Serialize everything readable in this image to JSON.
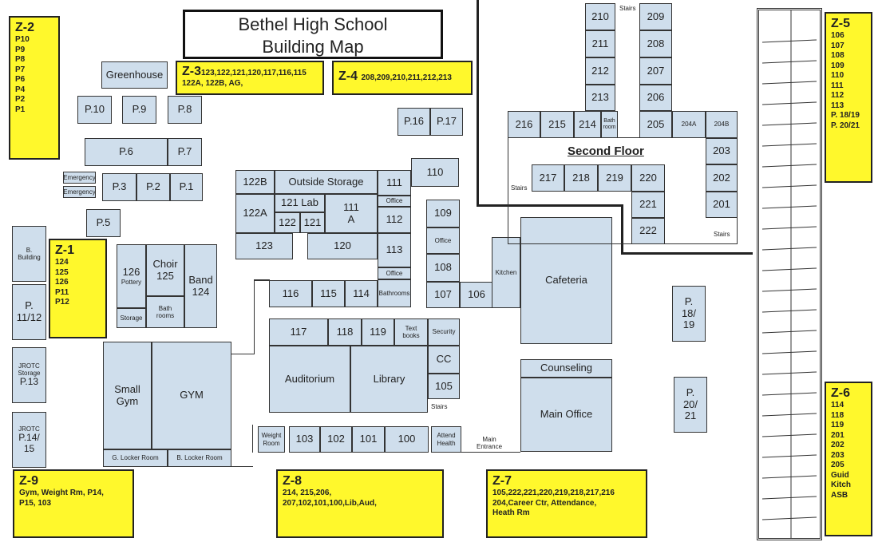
{
  "title": {
    "line1": "Bethel High School",
    "line2": "Building Map"
  },
  "second_floor_label": "Second Floor",
  "zones": {
    "z1": {
      "name": "Z-1",
      "rooms": "124\n125\n126\nP11\nP12"
    },
    "z2": {
      "name": "Z-2",
      "rooms": "P10\nP9\nP8\nP7\nP6\nP4\nP2\nP1"
    },
    "z3": {
      "name": "Z-3",
      "rooms_inline": "123,122,121,120,117,116,115",
      "rooms": "122A, 122B, AG,"
    },
    "z4": {
      "name": "Z-4",
      "rooms_inline": "208,209,210,211,212,213"
    },
    "z5": {
      "name": "Z-5",
      "rooms": "106\n107\n108\n109\n110\n111\n112\n113\nP. 18/19\nP. 20/21"
    },
    "z6": {
      "name": "Z-6",
      "rooms": "114\n118\n119\n201\n202\n203\n205\nGuid\nKitch\nASB"
    },
    "z7": {
      "name": "Z-7",
      "rooms": "105,222,221,220,219,218,217,216\n204,Career Ctr, Attendance,\nHeath Rm"
    },
    "z8": {
      "name": "Z-8",
      "rooms": "214, 215,206,\n207,102,101,100,Lib,Aud,"
    },
    "z9": {
      "name": "Z-9",
      "rooms": "Gym, Weight Rm, P14,\nP15, 103"
    }
  },
  "portables": {
    "greenhouse": "Greenhouse",
    "p10": "P.10",
    "p9": "P.9",
    "p8": "P.8",
    "p6": "P.6",
    "p7": "P.7",
    "emergency1": "Emergency",
    "emergency2": "Emergency",
    "p3": "P.3",
    "p2": "P.2",
    "p1": "P.1",
    "p5": "P.5",
    "p16": "P.16",
    "p17": "P.17",
    "b_building": "B.\nBuilding",
    "p11_12": "P.\n11/12",
    "jrotc_storage": "JROTC\nStorage",
    "p13": "P.13",
    "jrotc": "JROTC",
    "p14_15": "P.14/\n15",
    "p18_19": "P.\n18/\n19",
    "p20_21": "P.\n20/\n21"
  },
  "rooms": {
    "r122b": "122B",
    "outside_storage": "Outside Storage",
    "r111": "111",
    "r110": "110",
    "r122a": "122A",
    "r121lab": "121 Lab",
    "r111a": "111\nA",
    "office1": "Office",
    "r122": "122",
    "r121": "121",
    "r112": "112",
    "r109": "109",
    "office2": "Office",
    "r123": "123",
    "r120": "120",
    "r113": "113",
    "r108": "108",
    "office3": "Office",
    "kitchen": "Kitchen",
    "cafeteria": "Cafeteria",
    "r126": "126",
    "pottery": "Pottery",
    "choir": "Choir\n125",
    "band": "Band\n124",
    "storage": "Storage",
    "bathrooms1": "Bath\nrooms",
    "r116": "116",
    "r115": "115",
    "r114": "114",
    "bathrooms2": "Bathrooms",
    "r107": "107",
    "r106": "106",
    "r117": "117",
    "r118": "118",
    "r119": "119",
    "textbooks": "Text\nbooks",
    "security": "Security",
    "auditorium": "Auditorium",
    "library": "Library",
    "cc": "CC",
    "r105": "105",
    "counseling": "Counseling",
    "main_office": "Main Office",
    "small_gym": "Small\nGym",
    "gym": "GYM",
    "g_locker": "G. Locker Room",
    "b_locker": "B. Locker Room",
    "weight_room": "Weight\nRoom",
    "r103": "103",
    "r102": "102",
    "r101": "101",
    "r100": "100",
    "attend_health": "Attend\nHealth",
    "main_entrance": "Main\nEntrance",
    "stairs1": "Stairs",
    "r210": "210",
    "r209": "209",
    "r211": "211",
    "r208": "208",
    "r212": "212",
    "r207": "207",
    "r213": "213",
    "r206": "206",
    "r216": "216",
    "r215": "215",
    "r214": "214",
    "bathroom_2f": "Bath\nroom",
    "r205": "205",
    "r204a": "204A",
    "r204b": "204B",
    "r203": "203",
    "r202": "202",
    "r201": "201",
    "r217": "217",
    "r218": "218",
    "r219": "219",
    "r220": "220",
    "r221": "221",
    "r222": "222",
    "stairs_top": "Stairs",
    "stairs_left": "Stairs",
    "stairs_right": "Stairs"
  }
}
